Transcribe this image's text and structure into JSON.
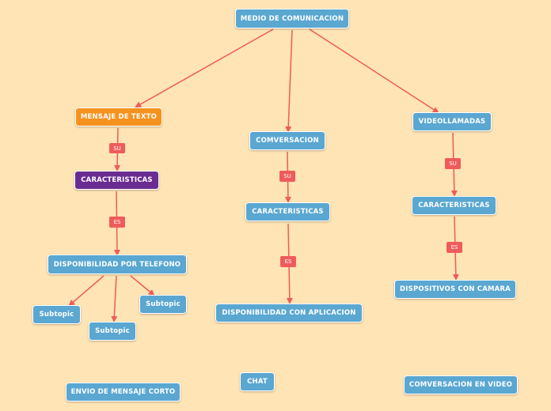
{
  "colors": {
    "background": "#ffe4b5",
    "node_blue": "#5aa7d1",
    "node_orange": "#f5921e",
    "node_purple": "#6a2c91",
    "connector": "#ef5b5b"
  },
  "nodes": {
    "root": "MEDIO DE COMUNICACION",
    "mensaje": "MENSAJE DE TEXTO",
    "caract_left": "CARACTERISTICAS",
    "disp_tel": "DISPONIBILIDAD POR TELEFONO",
    "sub1": "Subtopic",
    "sub2": "Subtopic",
    "sub3": "Subtopic",
    "conversacion": "COMVERSACION",
    "caract_mid": "CARACTERISTICAS",
    "disp_app": "DISPONIBILIDAD CON APLICACION",
    "video": "VIDEOLLAMADAS",
    "caract_right": "CARACTERISTICAS",
    "disp_cam": "DISPOSITIVOS CON CAMARA",
    "envio": "ENVIO DE MENSAJE CORTO",
    "chat": "CHAT",
    "conv_video": "COMVERSACION EN VIDEO"
  },
  "tags": {
    "su_left": "SU",
    "es_left": "ES",
    "su_mid": "SU",
    "es_mid": "ES",
    "su_right": "SU",
    "es_right": "ES"
  }
}
